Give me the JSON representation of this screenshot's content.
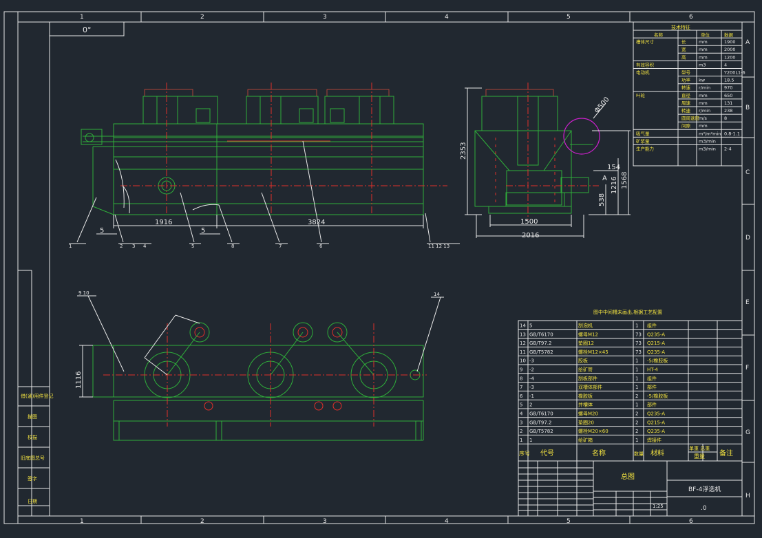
{
  "border": {
    "cols": [
      "1",
      "2",
      "3",
      "4",
      "5",
      "6"
    ],
    "rows": [
      "A",
      "B",
      "C",
      "D",
      "E",
      "F",
      "G",
      "H"
    ]
  },
  "angle_box": "0°",
  "side_dims": {
    "length_left": "1916",
    "length_total": "3824",
    "small_5a": "5",
    "small_5b": "5",
    "callouts": [
      "1",
      "2",
      "3",
      "4",
      "5",
      "6",
      "7",
      "8",
      "11 12 13"
    ]
  },
  "end_dims": {
    "height": "2353",
    "width_inner": "1500",
    "width_outer": "2016",
    "d1": "1216",
    "d2": "1568",
    "d3": "538",
    "d4": "154",
    "section": "A",
    "detail": "Φ500"
  },
  "plan_dims": {
    "width": "1116",
    "callout_left": "9 10",
    "callout_right": "14"
  },
  "spec_table": {
    "title": "技术特征",
    "header": [
      "名称",
      "单位",
      "数据"
    ],
    "rows": [
      [
        "槽体尺寸",
        "长",
        "mm",
        "1900"
      ],
      [
        "",
        "宽",
        "mm",
        "2000"
      ],
      [
        "",
        "高",
        "mm",
        "1200"
      ],
      [
        "有效容积",
        "",
        "m3",
        "4"
      ],
      [
        "电动机",
        "型号",
        "",
        "Y200L1-6"
      ],
      [
        "",
        "功率",
        "kw",
        "18.5"
      ],
      [
        "",
        "转速",
        "r/min",
        "970"
      ],
      [
        "叶轮",
        "直径",
        "mm",
        "650"
      ],
      [
        "",
        "周速",
        "mm",
        "131"
      ],
      [
        "",
        "转速",
        "r/min",
        "238"
      ],
      [
        "",
        "圆周速度",
        "m/s",
        "8"
      ],
      [
        "",
        "间隙",
        "mm",
        ""
      ],
      [
        "吸气量",
        "",
        "m³/m²min",
        "0.8-1.1"
      ],
      [
        "矿浆量",
        "",
        "m3/min",
        ""
      ],
      [
        "生产能力",
        "",
        "m3/min",
        "2-4"
      ]
    ]
  },
  "bom": {
    "caption": "图中中间槽未画出,根据工艺配置",
    "rows": [
      [
        "14",
        "5",
        "刮泡机",
        "1",
        "组件",
        ""
      ],
      [
        "13",
        "GB/T6170",
        "螺母M12",
        "73",
        "Q235-A",
        ""
      ],
      [
        "12",
        "GB/T97.2",
        "垫圈12",
        "73",
        "Q215-A",
        ""
      ],
      [
        "11",
        "GB/T5782",
        "螺栓M12×45",
        "73",
        "Q235-A",
        ""
      ],
      [
        "10",
        "-3",
        "胶板",
        "1",
        "-5/橡胶板",
        ""
      ],
      [
        "9",
        "-2",
        "给矿管",
        "1",
        "HT-4",
        ""
      ],
      [
        "8",
        "-4",
        "刮板部件",
        "1",
        "组件",
        ""
      ],
      [
        "7",
        "-3",
        "双槽体部件",
        "1",
        "部件",
        ""
      ],
      [
        "6",
        "-1",
        "橡胶板",
        "2",
        "-5/橡胶板",
        ""
      ],
      [
        "5",
        "2",
        "并槽体",
        "1",
        "部件",
        ""
      ],
      [
        "4",
        "GB/T6170",
        "螺母M20",
        "2",
        "Q235-A",
        ""
      ],
      [
        "3",
        "GB/T97.2",
        "垫圈20",
        "2",
        "Q215-A",
        ""
      ],
      [
        "2",
        "GB/T5782",
        "螺栓M20×60",
        "2",
        "Q235-A",
        ""
      ],
      [
        "1",
        "1",
        "给矿箱",
        "1",
        "焊接件",
        ""
      ]
    ],
    "header": [
      "序号",
      "代号",
      "名称",
      "数量",
      "材料",
      "单重 总重",
      "备注"
    ],
    "weight": "重量"
  },
  "title_block": {
    "drawing_name": "总图",
    "machine": "BF-4浮选机",
    "scale": "1:25",
    "sheet_no": ".0"
  },
  "left_stamps": [
    "借(通)用件登记",
    "描图",
    "校描",
    "旧底图总号",
    "签字",
    "日期"
  ]
}
